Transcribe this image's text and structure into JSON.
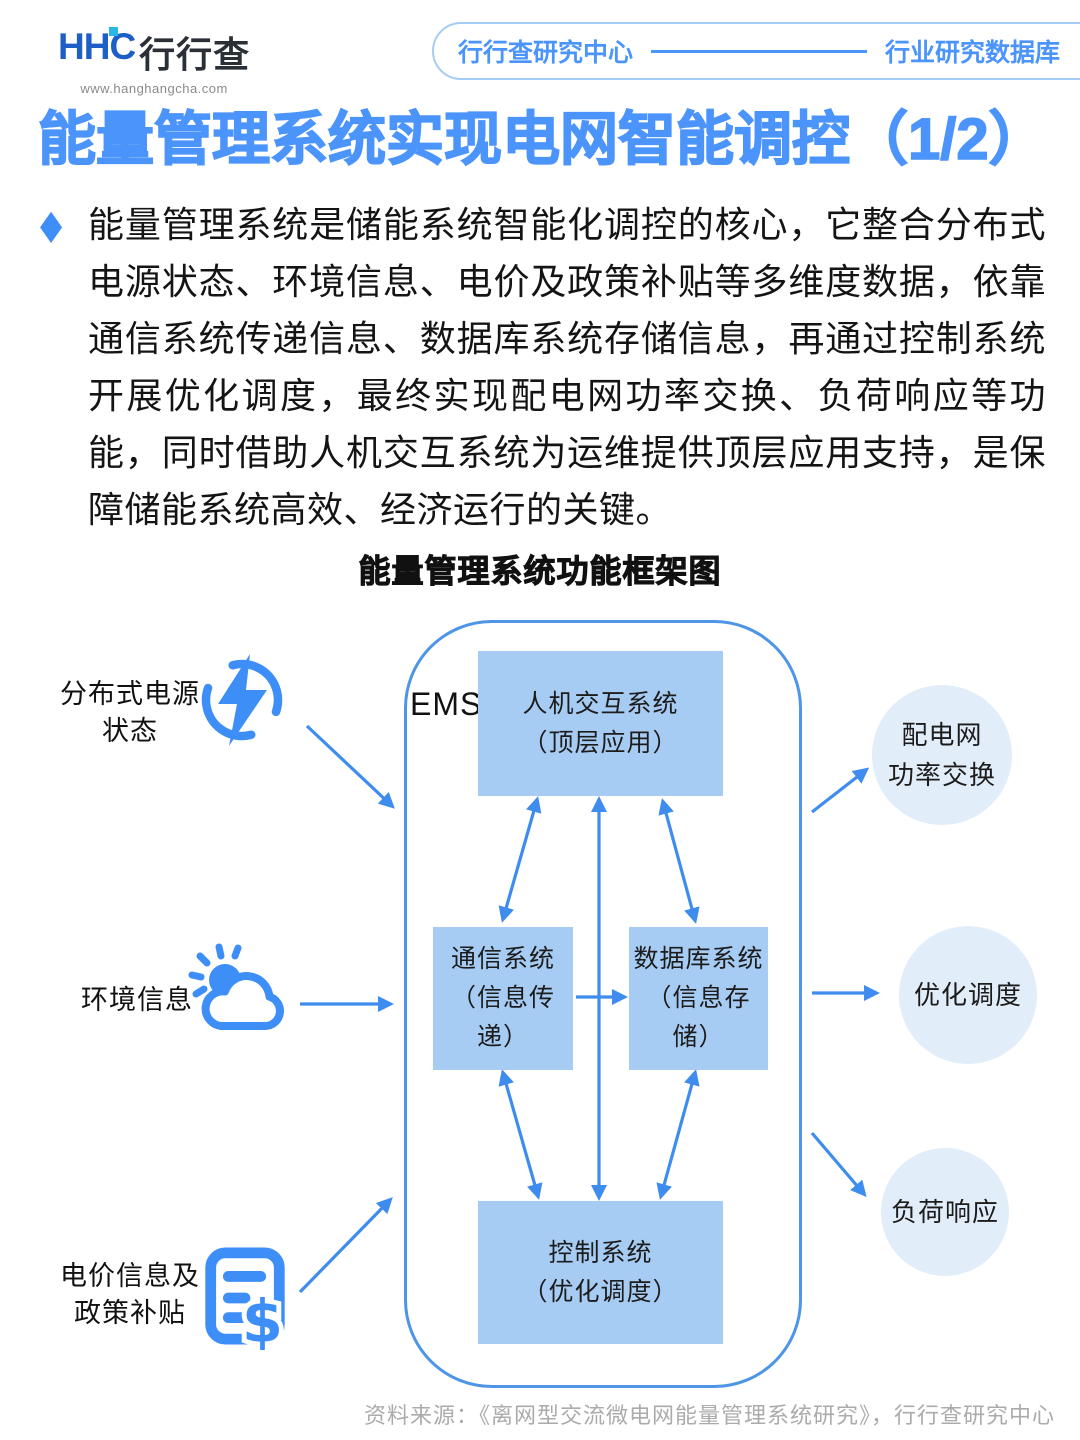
{
  "header": {
    "logo": {
      "hhc": "HHC",
      "brand": "行行查",
      "url": "www.hanghangcha.com"
    },
    "pill": {
      "left": "行行查研究中心",
      "right": "行业研究数据库"
    }
  },
  "title": "能量管理系统实现电网智能调控（1/2）",
  "bullet": {
    "marker": "◆",
    "text": "能量管理系统是储能系统智能化调控的核心，它整合分布式电源状态、环境信息、电价及政策补贴等多维度数据，依靠通信系统传递信息、数据库系统存储信息，再通过控制系统开展优化调度，最终实现配电网功率交换、负荷响应等功能，同时借助人机交互系统为运维提供顶层应用支持，是保障储能系统高效、经济运行的关键。"
  },
  "diagram": {
    "title": "能量管理系统功能框架图",
    "ems_label": "EMS",
    "boxes": {
      "hmi": {
        "line1": "人机交互系统",
        "line2": "（顶层应用）"
      },
      "comm": {
        "line1": "通信系统",
        "line2": "（信息传递）"
      },
      "db": {
        "line1": "数据库系统",
        "line2": "（信息存储）"
      },
      "control": {
        "line1": "控制系统",
        "line2": "（优化调度）"
      }
    },
    "inputs": [
      {
        "icon": "lightning-icon",
        "line1": "分布式电源",
        "line2": "状态"
      },
      {
        "icon": "sun-cloud-icon",
        "line1": "环境信息",
        "line2": ""
      },
      {
        "icon": "price-document-icon",
        "line1": "电价信息及",
        "line2": "政策补贴"
      }
    ],
    "outputs": [
      {
        "line1": "配电网",
        "line2": "功率交换"
      },
      {
        "line1": "优化调度",
        "line2": ""
      },
      {
        "line1": "负荷响应",
        "line2": ""
      }
    ]
  },
  "footer": {
    "source": "资料来源：《离网型交流微电网能量管理系统研究》，行行查研究中心"
  },
  "colors": {
    "accent_blue": "#4B94FB",
    "icon_blue": "#3E8EF7",
    "node_fill": "#A7CCF3",
    "bubble_fill": "#E2EDFA",
    "frame_border": "#4E95E8",
    "arrow": "#3F8CEF",
    "logo_blue": "#1E5FC6",
    "footer_gray": "#ABABAB"
  }
}
